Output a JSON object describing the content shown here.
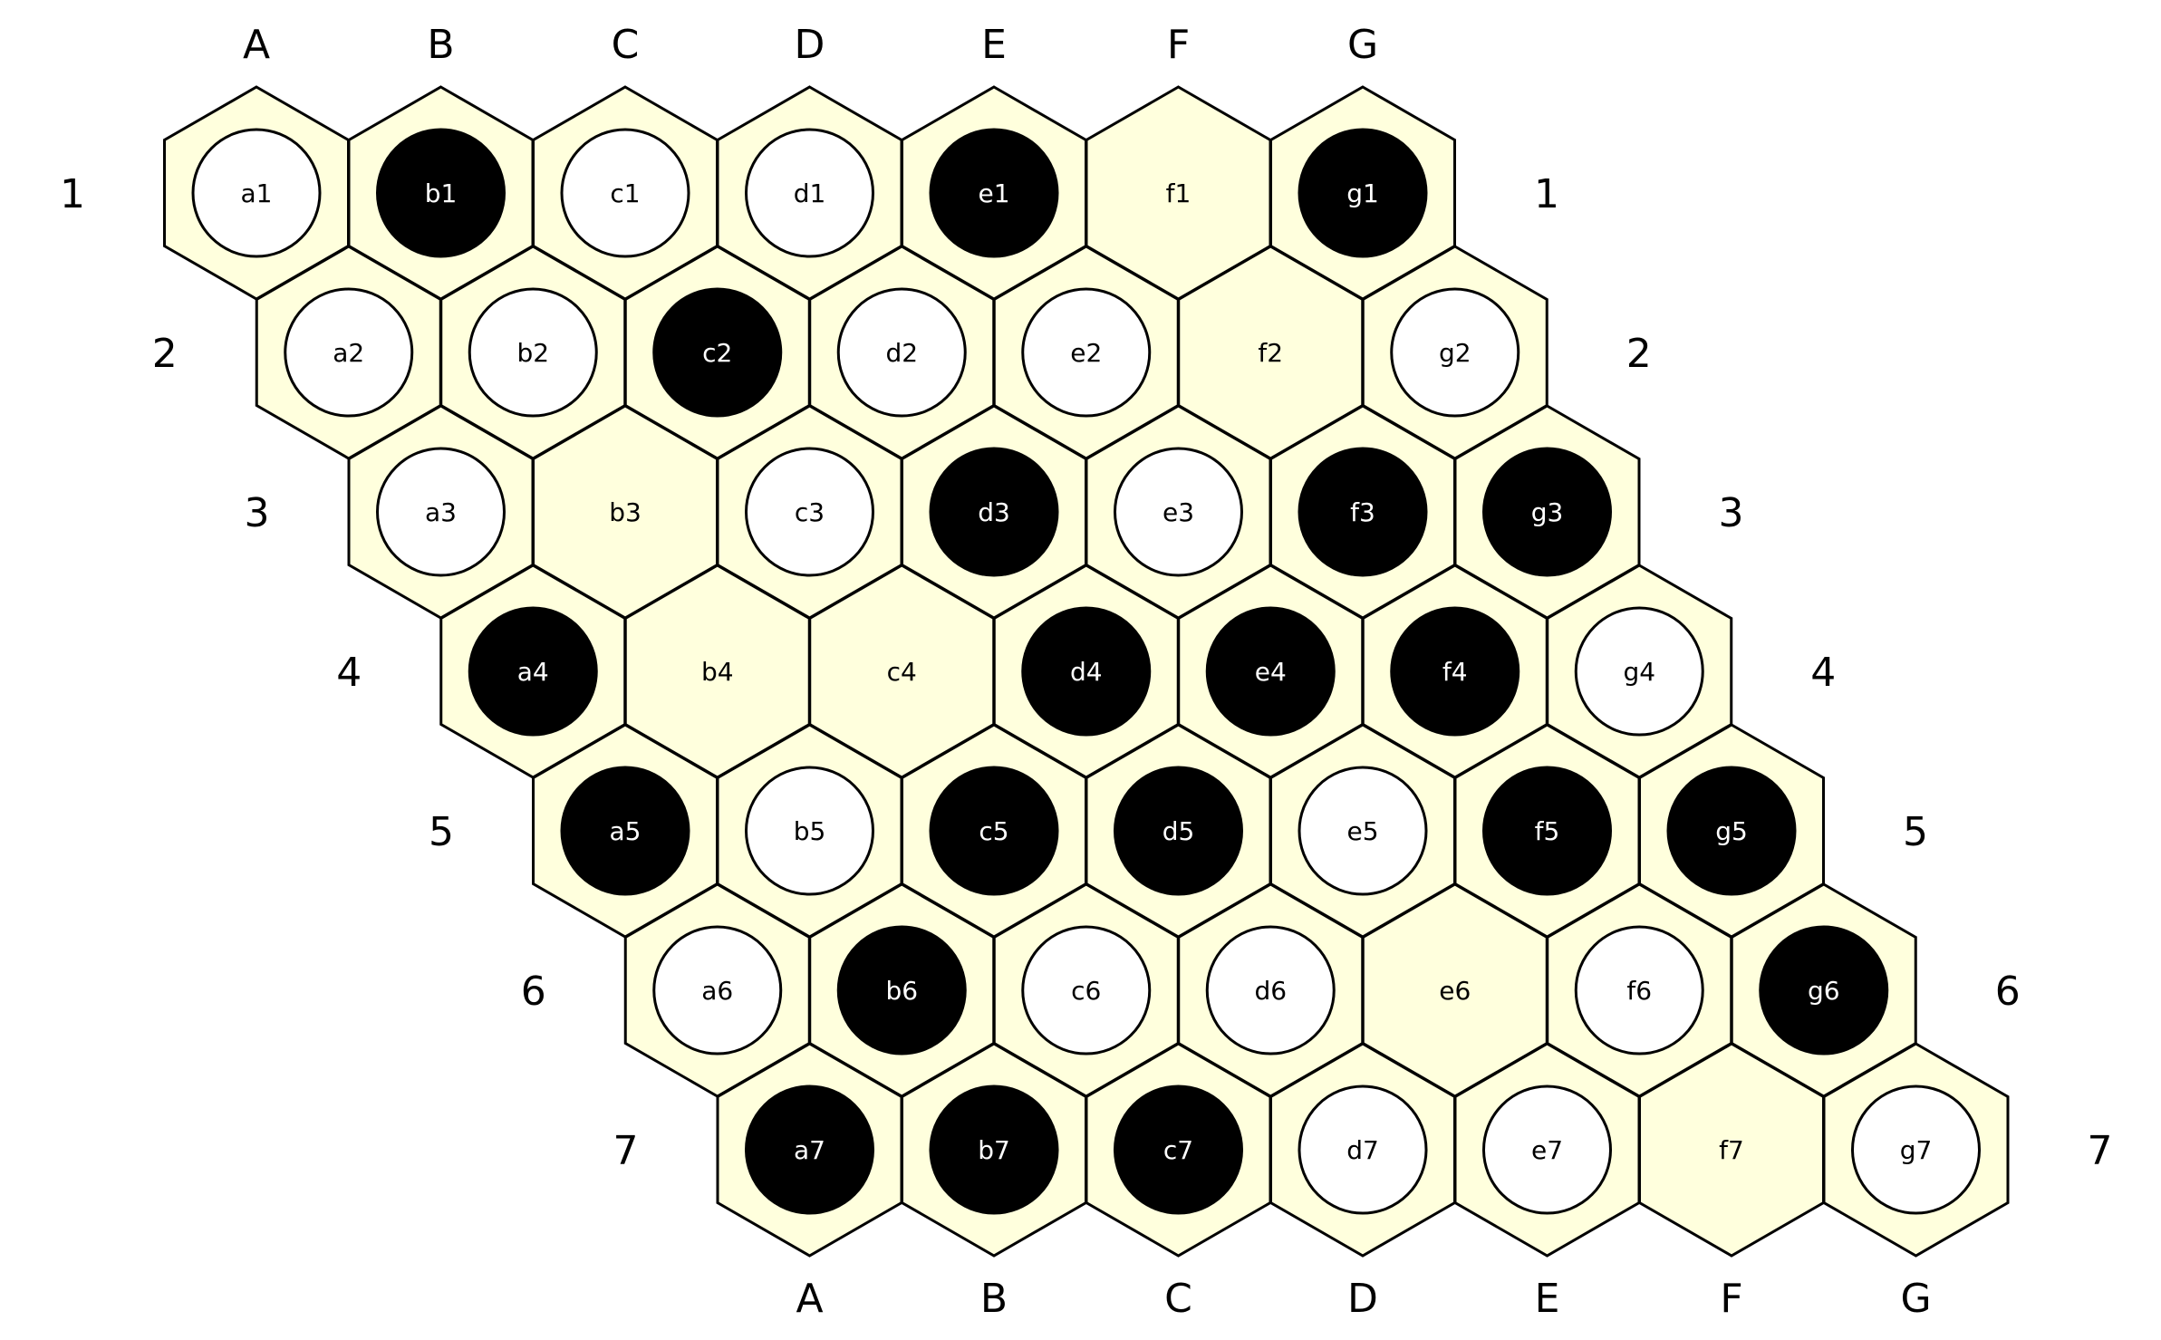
{
  "board": {
    "columns": [
      "A",
      "B",
      "C",
      "D",
      "E",
      "F",
      "G"
    ],
    "rows": [
      "1",
      "2",
      "3",
      "4",
      "5",
      "6",
      "7"
    ],
    "colors": {
      "cell_fill": "#ffffdd",
      "cell_stroke": "#000000",
      "black_stone": "#000000",
      "white_stone": "#ffffff",
      "background": "#ffffff"
    },
    "cells": [
      [
        "white",
        "black",
        "white",
        "white",
        "black",
        "empty",
        "black"
      ],
      [
        "white",
        "white",
        "black",
        "white",
        "white",
        "empty",
        "white"
      ],
      [
        "white",
        "empty",
        "white",
        "black",
        "white",
        "black",
        "black"
      ],
      [
        "black",
        "empty",
        "empty",
        "black",
        "black",
        "black",
        "white"
      ],
      [
        "black",
        "white",
        "black",
        "black",
        "white",
        "black",
        "black"
      ],
      [
        "white",
        "black",
        "white",
        "white",
        "empty",
        "white",
        "black"
      ],
      [
        "black",
        "black",
        "black",
        "white",
        "white",
        "empty",
        "white"
      ]
    ]
  }
}
